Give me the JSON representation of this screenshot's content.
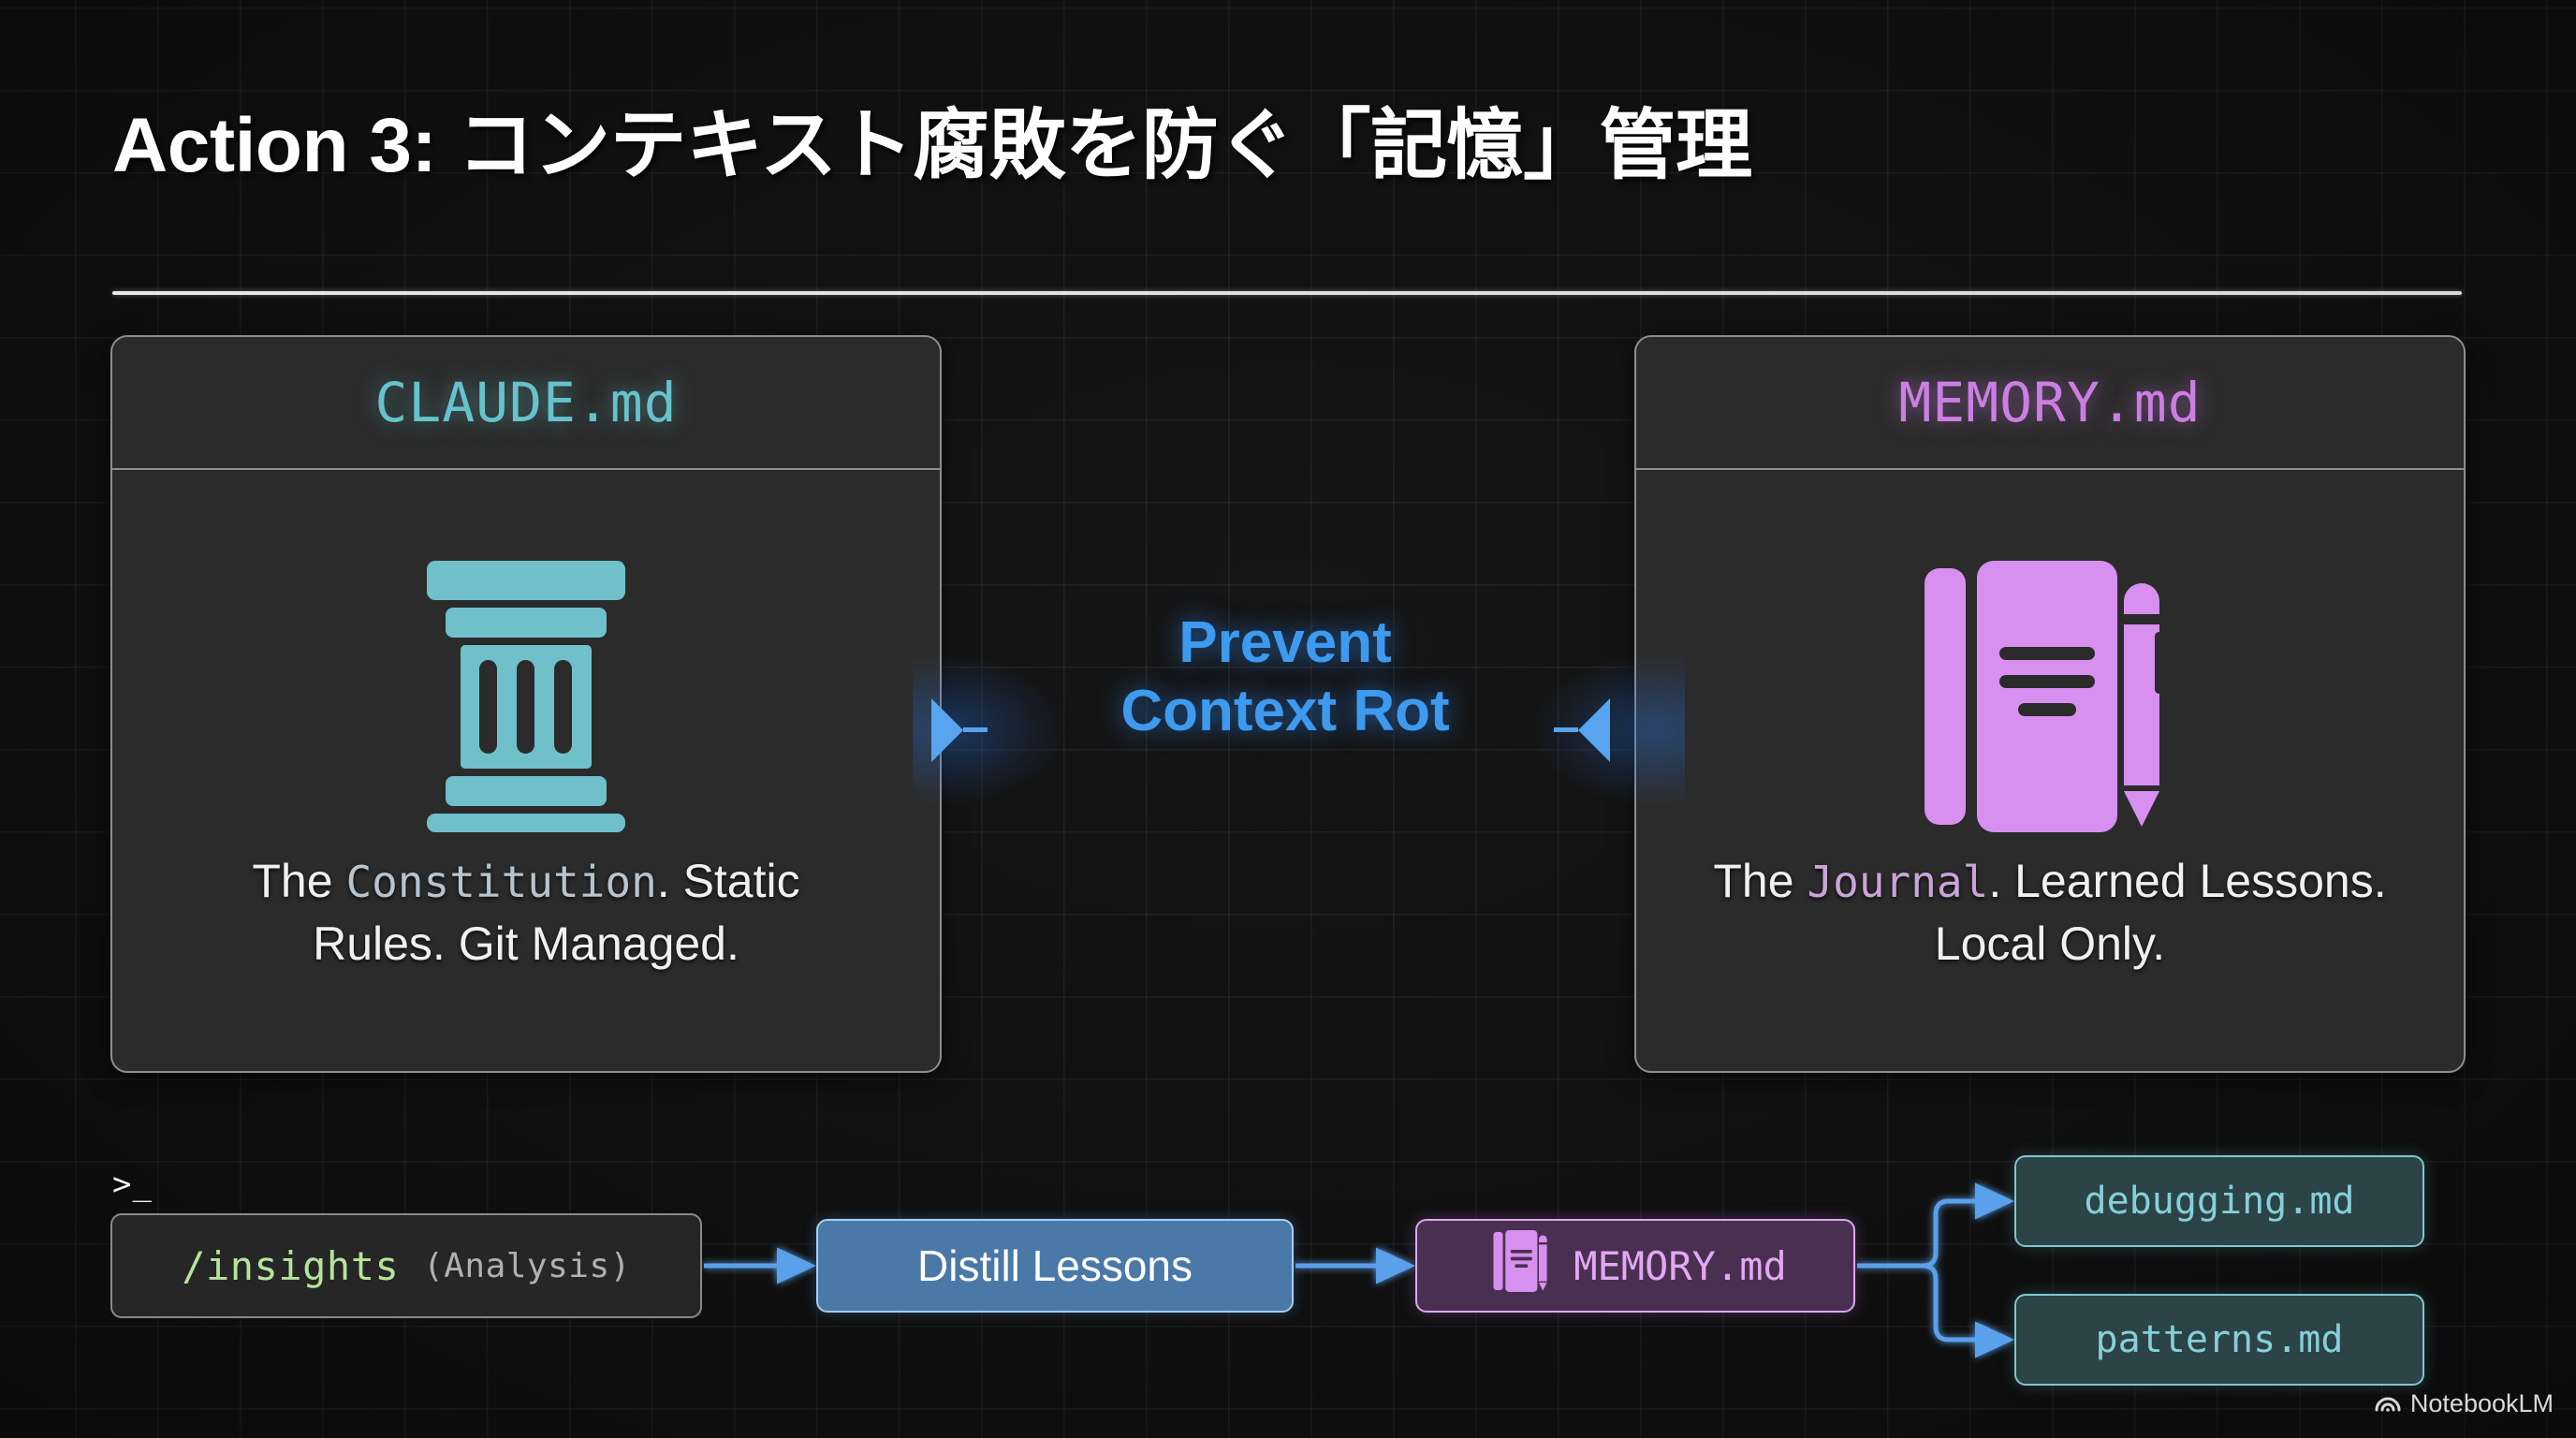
{
  "slide": {
    "title": "Action 3: コンテキスト腐敗を防ぐ「記憶」管理",
    "background_color": "#121212",
    "grid_color": "#2a2a2a"
  },
  "center": {
    "line1": "Prevent",
    "line2": "Context Rot",
    "color": "#3d9aee"
  },
  "cards": [
    {
      "title": "CLAUDE.md",
      "title_color": "#66c2cc",
      "icon": "pillar-icon",
      "icon_color": "#6fc0ca",
      "desc_prefix": "The ",
      "desc_highlight": "Constitution",
      "desc_suffix": ". Static Rules. Git Managed.",
      "highlight_color": "#b6c4ce"
    },
    {
      "title": "MEMORY.md",
      "title_color": "#cb7ee3",
      "icon": "notebook-pen-icon",
      "icon_color": "#d78ff0",
      "desc_prefix": "The ",
      "desc_highlight": "Journal",
      "desc_suffix": ". Learned Lessons. Local Only.",
      "highlight_color": "#c9a4d8"
    }
  ],
  "flow": {
    "prompt_glyph": ">_",
    "insights_command": "/insights",
    "insights_note": "(Analysis)",
    "distill_label": "Distill Lessons",
    "memory_label": "MEMORY.md",
    "outputs": [
      {
        "label": "debugging.md"
      },
      {
        "label": "patterns.md"
      }
    ],
    "arrow_color": "#5aa0ea"
  },
  "watermark": {
    "label": "NotebookLM",
    "icon": "notebooklm-logo-icon"
  }
}
